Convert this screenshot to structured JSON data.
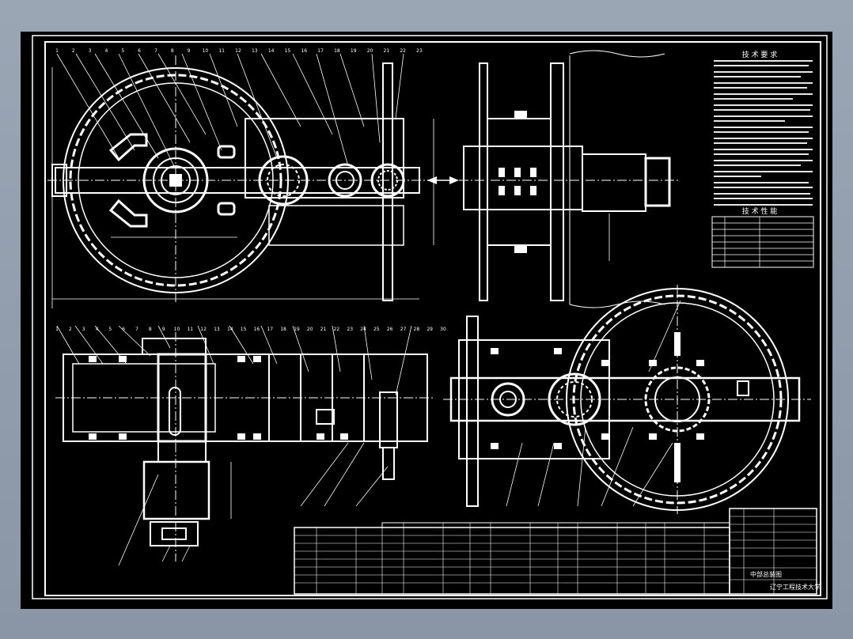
{
  "drawing": {
    "tech_requirements_title": "技 术 要 求",
    "tech_specs_title": "技 术 性 能",
    "part_numbers_top": [
      "1",
      "2",
      "3",
      "4",
      "5",
      "6",
      "7",
      "8",
      "9",
      "10",
      "11",
      "12",
      "13",
      "14",
      "15",
      "16",
      "17",
      "18",
      "19",
      "20",
      "21",
      "22",
      "23"
    ],
    "part_numbers_bottom_left": [
      "1",
      "2",
      "3",
      "4",
      "5",
      "6",
      "7",
      "8",
      "9",
      "10",
      "11",
      "12",
      "13",
      "14",
      "15",
      "16",
      "17",
      "18",
      "19",
      "20",
      "21",
      "22",
      "23",
      "24",
      "25",
      "26",
      "27",
      "28",
      "29",
      "30"
    ],
    "school": "辽宁工程技术大学",
    "title_block_label": "中部总装图"
  },
  "colors": {
    "sheet": "#000000",
    "line": "#ffffff",
    "backdrop": "#9aa6b4"
  }
}
